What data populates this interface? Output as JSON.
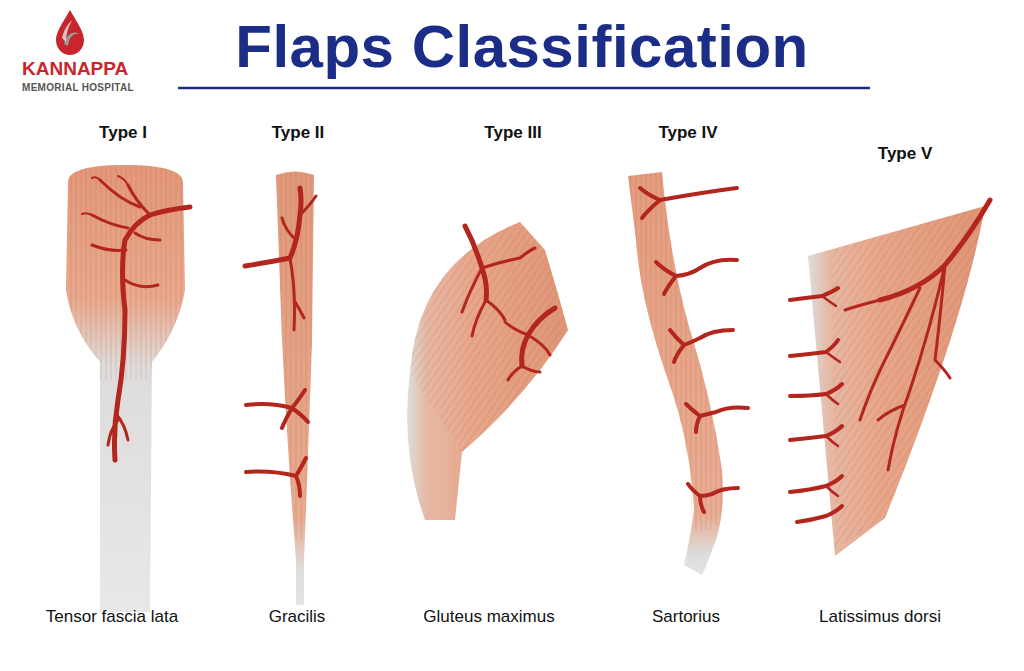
{
  "diagram": {
    "title": "Flaps Classification",
    "labels": [
      "KANNAPPA",
      "MEMORIAL HOSPITAL",
      "Type I",
      "Type II",
      "Type III",
      "Type IV",
      "Type V",
      "Tensor fascia lata",
      "Gracilis",
      "Gluteus maximus",
      "Sartorius",
      "Latissimus dorsi"
    ]
  }
}
